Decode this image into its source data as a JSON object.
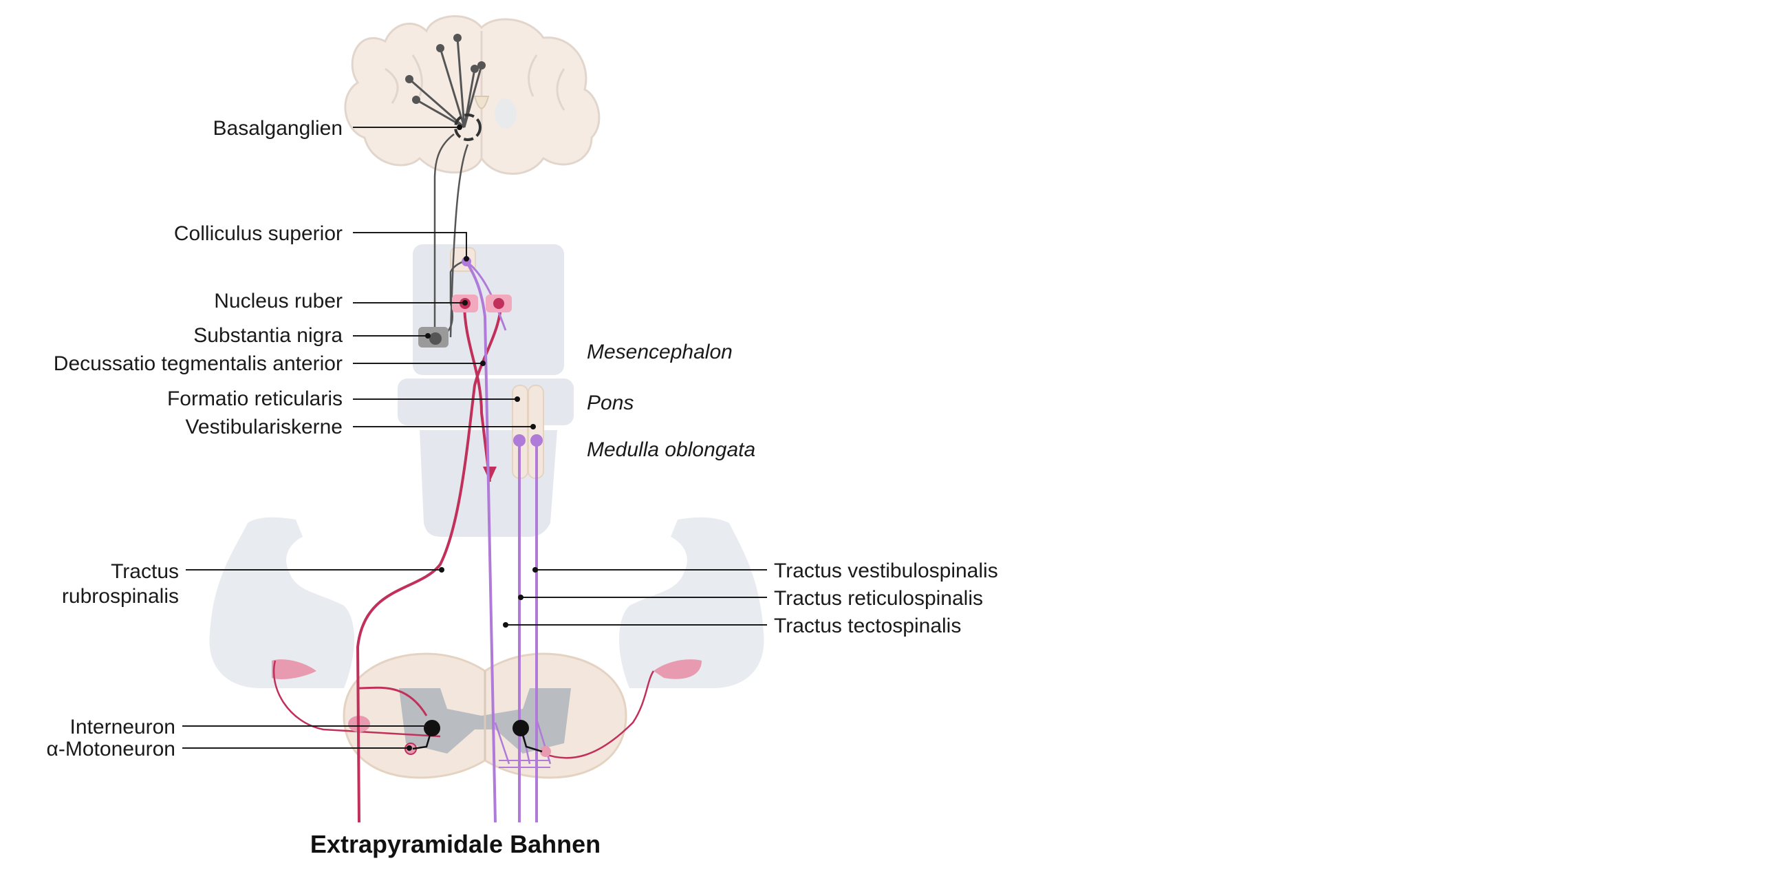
{
  "title": "Extrapyramidale Bahnen",
  "labels": {
    "basalganglien": "Basalganglien",
    "colliculus": "Colliculus superior",
    "nucleus_ruber": "Nucleus ruber",
    "substantia_nigra": "Substantia nigra",
    "decussatio": "Decussatio tegmentalis anterior",
    "formatio": "Formatio reticularis",
    "vestibulariskerne": "Vestibulariskerne",
    "tractus_rubro_1": "Tractus",
    "tractus_rubro_2": "rubrospinalis",
    "interneuron": "Interneuron",
    "motoneuron": "α-Motoneuron",
    "vestibulospinalis": "Tractus vestibulospinalis",
    "reticulospinalis": "Tractus reticulospinalis",
    "tectospinalis": "Tractus tectospinalis"
  },
  "regions": {
    "mesencephalon": "Mesencephalon",
    "pons": "Pons",
    "medulla": "Medulla oblongata"
  },
  "colors": {
    "rubrospinal": "#c0305a",
    "tectal": "#b07ad8",
    "neuron_gray": "#555555",
    "tissue": "#f3e6dc",
    "brainstem": "#e4e8ee",
    "gray_matter": "#b9bcc0"
  }
}
